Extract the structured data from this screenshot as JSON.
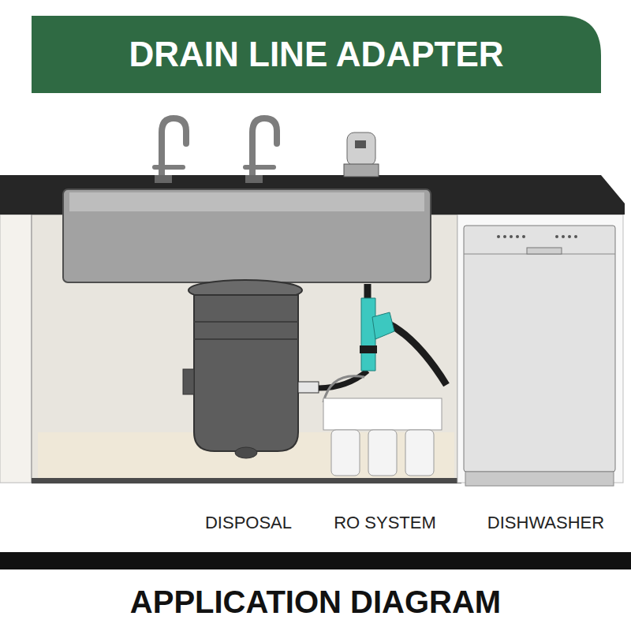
{
  "diagram": {
    "title": "DRAIN LINE ADAPTER",
    "caption": "APPLICATION DIAGRAM",
    "labels": [
      "DISPOSAL",
      "RO SYSTEM",
      "DISHWASHER"
    ]
  }
}
